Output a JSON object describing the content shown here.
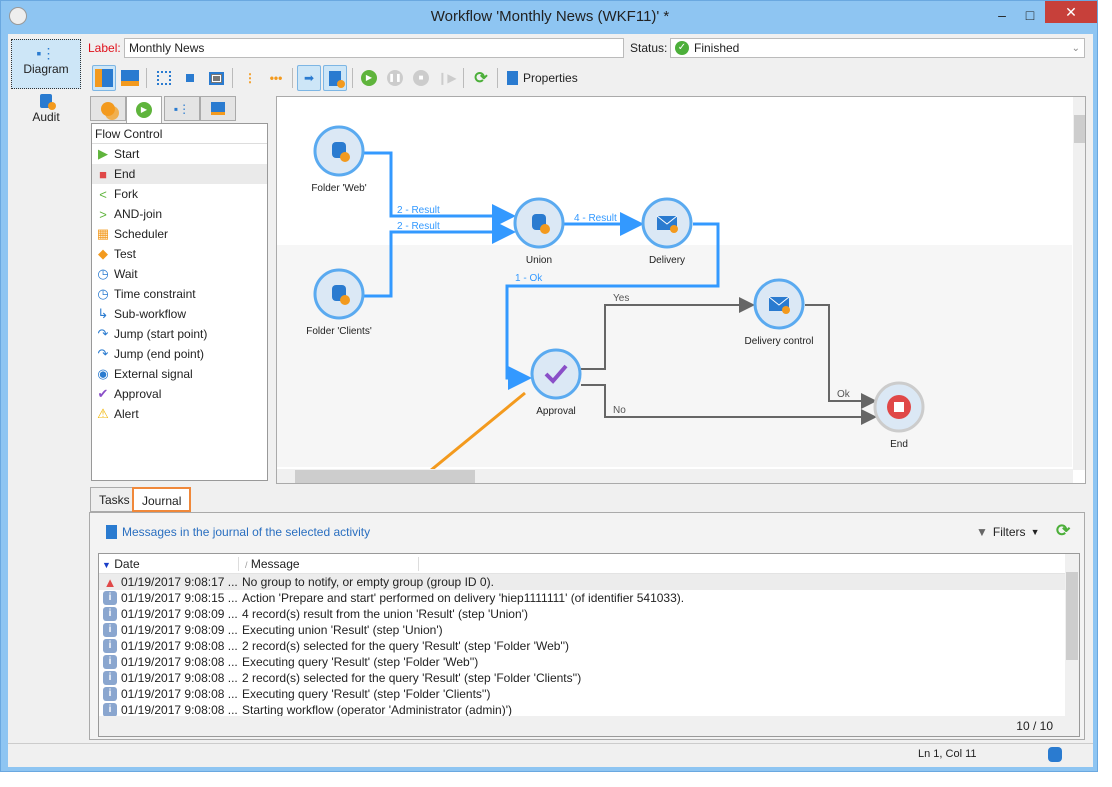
{
  "window": {
    "title": "Workflow 'Monthly News (WKF11)' *",
    "minimize": "–",
    "maximize": "□",
    "close": "✕"
  },
  "nav": [
    {
      "label": "Diagram"
    },
    {
      "label": "Audit"
    }
  ],
  "header": {
    "label_caption": "Label:",
    "label_value": "Monthly News",
    "status_caption": "Status:",
    "status_value": "Finished"
  },
  "toolbar": {
    "properties": "Properties"
  },
  "palette": {
    "section": "Flow Control",
    "items": [
      "Start",
      "End",
      "Fork",
      "AND-join",
      "Scheduler",
      "Test",
      "Wait",
      "Time constraint",
      "Sub-workflow",
      "Jump (start point)",
      "Jump (end point)",
      "External signal",
      "Approval",
      "Alert"
    ]
  },
  "diagram": {
    "nodes": {
      "folder_web": "Folder 'Web'",
      "folder_clients": "Folder 'Clients'",
      "union": "Union",
      "delivery": "Delivery",
      "approval": "Approval",
      "delivery_control": "Delivery control",
      "end": "End"
    },
    "edges": {
      "web_union": "2 - Result",
      "clients_union": "2 - Result",
      "union_delivery": "4 - Result",
      "delivery_approval": "1 - Ok",
      "yes": "Yes",
      "no": "No",
      "ok": "Ok"
    }
  },
  "bottom_tabs": [
    "Tasks",
    "Journal"
  ],
  "journal": {
    "header": "Messages in the journal of the selected activity",
    "filters": "Filters",
    "columns": [
      "Date",
      "Message"
    ],
    "rows": [
      {
        "type": "warning",
        "date": "01/19/2017 9:08:17 ...",
        "message": "No group to notify, or empty group (group ID 0)."
      },
      {
        "type": "info",
        "date": "01/19/2017 9:08:15 ...",
        "message": "Action 'Prepare and start' performed on delivery 'hiep1111111' (of identifier 541033)."
      },
      {
        "type": "info",
        "date": "01/19/2017 9:08:09 ...",
        "message": "4 record(s) result from the union 'Result' (step 'Union')"
      },
      {
        "type": "info",
        "date": "01/19/2017 9:08:09 ...",
        "message": "Executing union 'Result' (step 'Union')"
      },
      {
        "type": "info",
        "date": "01/19/2017 9:08:08 ...",
        "message": "2 record(s) selected for the query 'Result' (step 'Folder 'Web'')"
      },
      {
        "type": "info",
        "date": "01/19/2017 9:08:08 ...",
        "message": "Executing query 'Result' (step 'Folder 'Web'')"
      },
      {
        "type": "info",
        "date": "01/19/2017 9:08:08 ...",
        "message": "2 record(s) selected for the query 'Result' (step 'Folder 'Clients'')"
      },
      {
        "type": "info",
        "date": "01/19/2017 9:08:08 ...",
        "message": "Executing query 'Result' (step 'Folder 'Clients'')"
      },
      {
        "type": "info",
        "date": "01/19/2017 9:08:08 ...",
        "message": "Starting workflow (operator 'Administrator (admin)')"
      }
    ],
    "count": "10 / 10"
  },
  "statusbar": {
    "position": "Ln 1, Col 11"
  },
  "colors": {
    "accent": "#3399ff",
    "highlight": "#f0883a",
    "title_bg": "#8ec5f2"
  }
}
